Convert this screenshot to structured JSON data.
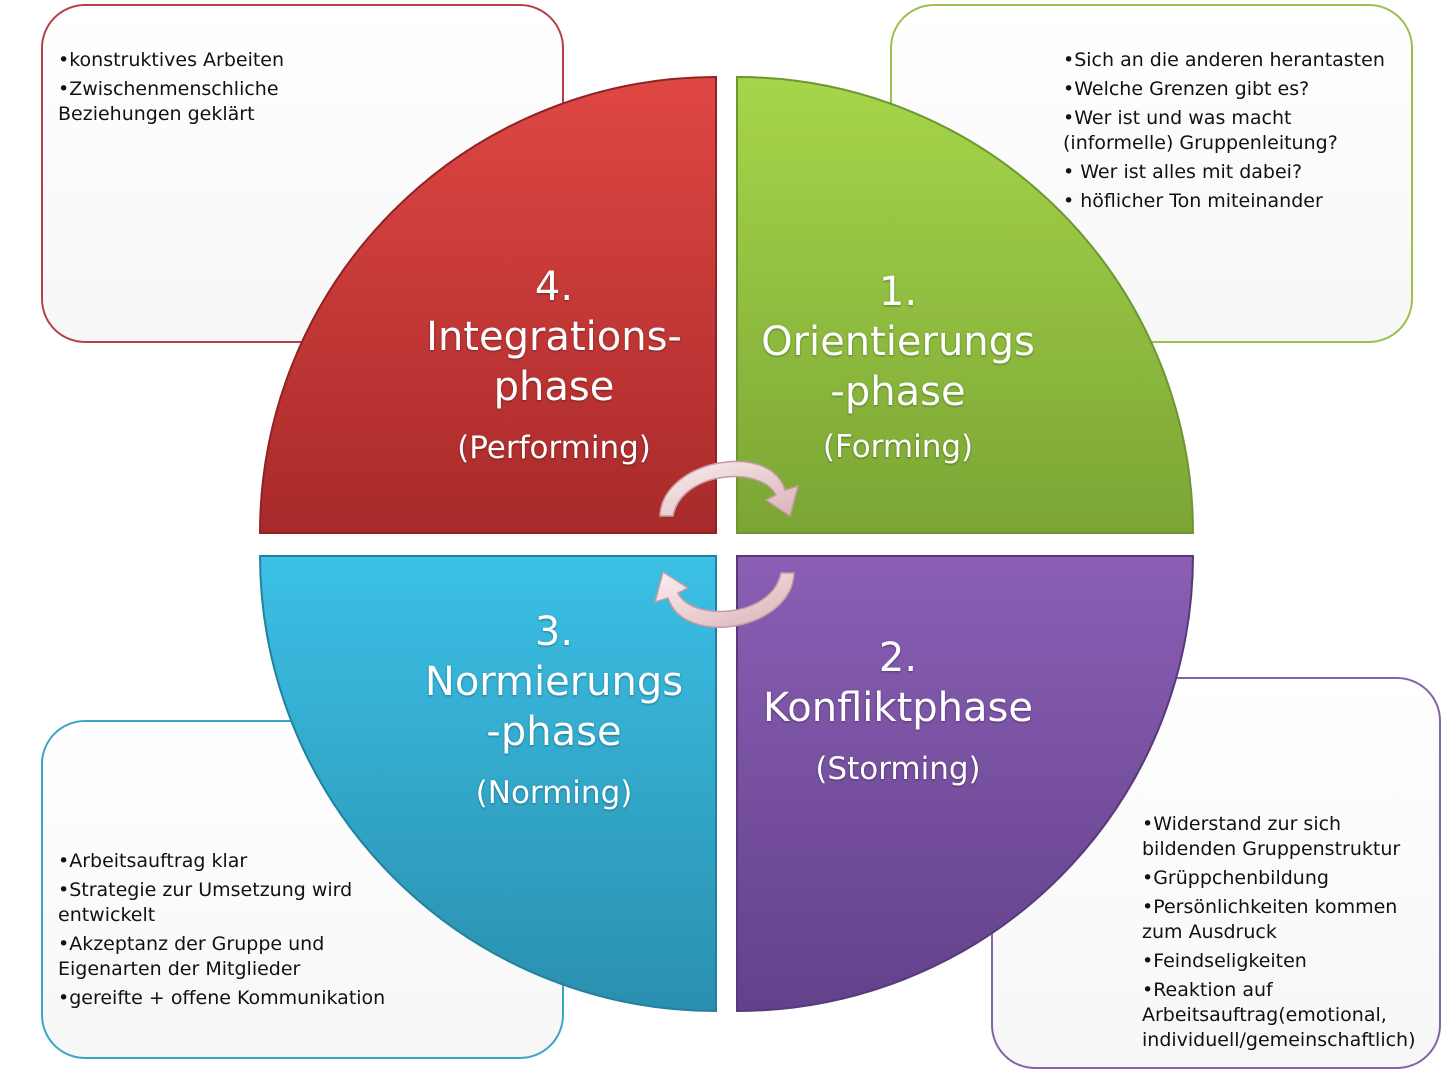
{
  "colors": {
    "red": "#c9302f",
    "green": "#8cbf3a",
    "blue": "#2fb0d6",
    "purple": "#7a4fa0"
  },
  "phases": [
    {
      "number": "1.",
      "name_lines": [
        "Orientierungs",
        "-phase"
      ],
      "sub": "(Forming)",
      "notes": [
        "•Sich an die anderen herantasten",
        "•Welche  Grenzen gibt es?",
        "•Wer ist und was macht (informelle) Gruppenleitung?",
        "• Wer ist alles mit dabei?",
        "• höflicher Ton miteinander"
      ]
    },
    {
      "number": "2.",
      "name_lines": [
        "Konfliktphase"
      ],
      "sub": "(Storming)",
      "notes": [
        "•Widerstand zur sich bildenden Gruppenstruktur",
        "•Grüppchenbildung",
        "•Persönlichkeiten kommen zum Ausdruck",
        "•Feindseligkeiten",
        "•Reaktion auf Arbeitsauftrag(emotional, individuell/gemeinschaftlich)"
      ]
    },
    {
      "number": "3.",
      "name_lines": [
        "Normierungs",
        "-phase"
      ],
      "sub": "(Norming)",
      "notes": [
        "•Arbeitsauftrag klar",
        "•Strategie zur Umsetzung wird entwickelt",
        "•Akzeptanz der Gruppe und Eigenarten der Mitglieder",
        "•gereifte + offene Kommunikation"
      ]
    },
    {
      "number": "4.",
      "name_lines": [
        "Integrations-",
        "phase"
      ],
      "sub": "(Performing)",
      "notes": [
        "•konstruktives Arbeiten",
        "•Zwischenmenschliche Beziehungen geklärt"
      ]
    }
  ],
  "icons": {
    "cycle_arrows": "curved-arrow-clockwise"
  }
}
